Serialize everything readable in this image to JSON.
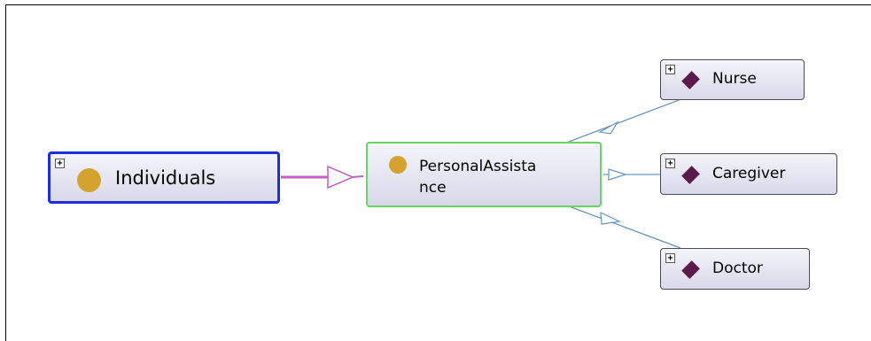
{
  "diagram": {
    "nodes": {
      "individuals": {
        "label": "Individuals",
        "kind": "class",
        "icon": "class-dot-icon",
        "color": "#d4a22f",
        "border_color": "#1f2fd6",
        "expand_icon": "expand-plus-icon"
      },
      "personal": {
        "label_line1": "PersonalAssista",
        "label_line2": "nce",
        "kind": "class",
        "icon": "class-dot-icon",
        "color": "#d4a22f",
        "border_color": "#6ad46a"
      },
      "nurse": {
        "label": "Nurse",
        "kind": "individual",
        "icon": "individual-diamond-icon",
        "color": "#5a1a4a",
        "expand_icon": "expand-plus-icon"
      },
      "caregiver": {
        "label": "Caregiver",
        "kind": "individual",
        "icon": "individual-diamond-icon",
        "color": "#5a1a4a",
        "expand_icon": "expand-plus-icon"
      },
      "doctor": {
        "label": "Doctor",
        "kind": "individual",
        "icon": "individual-diamond-icon",
        "color": "#5a1a4a",
        "expand_icon": "expand-plus-icon"
      }
    },
    "edges": [
      {
        "from": "individuals",
        "to": "personal",
        "color": "#c060c8"
      },
      {
        "from": "personal",
        "to": "nurse",
        "color": "#6a96c0"
      },
      {
        "from": "personal",
        "to": "caregiver",
        "color": "#6a96c0"
      },
      {
        "from": "personal",
        "to": "doctor",
        "color": "#6a96c0"
      }
    ]
  }
}
